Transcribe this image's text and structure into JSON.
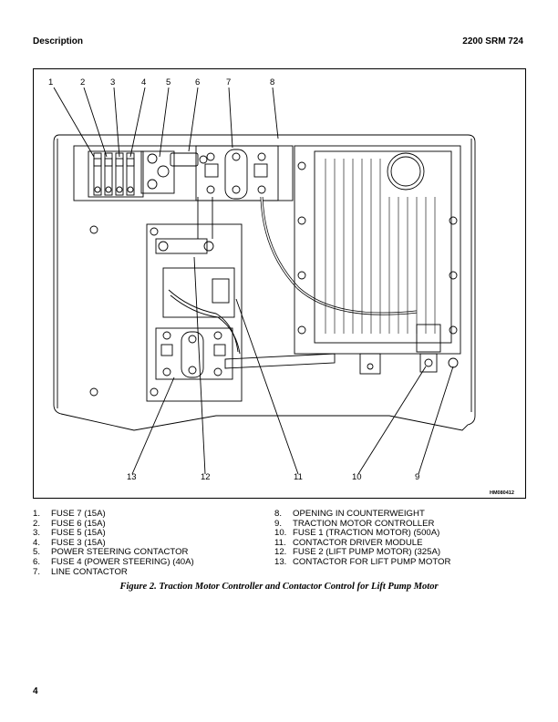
{
  "header": {
    "section": "Description",
    "manual": "2200 SRM 724"
  },
  "figure": {
    "id": "HM080412",
    "callouts_top": [
      "1",
      "2",
      "3",
      "4",
      "5",
      "6",
      "7",
      "8"
    ],
    "callouts_bottom": [
      "13",
      "12",
      "11",
      "10",
      "9"
    ],
    "caption": "Figure 2. Traction Motor Controller and Contactor Control for Lift Pump Motor"
  },
  "legend": {
    "left": [
      {
        "num": "1.",
        "text": "FUSE 7 (15A)"
      },
      {
        "num": "2.",
        "text": "FUSE 6 (15A)"
      },
      {
        "num": "3.",
        "text": "FUSE 5 (15A)"
      },
      {
        "num": "4.",
        "text": "FUSE 3 (15A)"
      },
      {
        "num": "5.",
        "text": "POWER STEERING CONTACTOR"
      },
      {
        "num": "6.",
        "text": "FUSE 4 (POWER STEERING) (40A)"
      },
      {
        "num": "7.",
        "text": "LINE CONTACTOR"
      }
    ],
    "right": [
      {
        "num": "8.",
        "text": "OPENING IN COUNTERWEIGHT"
      },
      {
        "num": "9.",
        "text": "TRACTION MOTOR CONTROLLER"
      },
      {
        "num": "10.",
        "text": "FUSE 1 (TRACTION MOTOR) (500A)"
      },
      {
        "num": "11.",
        "text": "CONTACTOR DRIVER MODULE"
      },
      {
        "num": "12.",
        "text": "FUSE 2 (LIFT PUMP MOTOR) (325A)"
      },
      {
        "num": "13.",
        "text": "CONTACTOR FOR LIFT PUMP MOTOR"
      }
    ]
  },
  "page_number": "4"
}
